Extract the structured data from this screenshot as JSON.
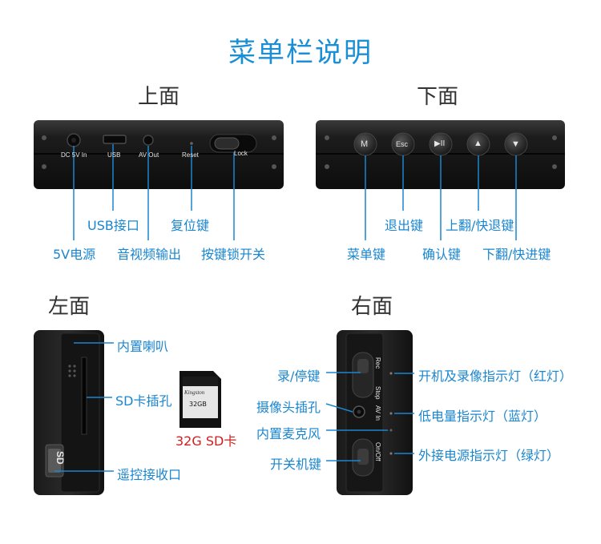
{
  "title": "菜单栏说明",
  "sections": {
    "top": "上面",
    "bottom": "下面",
    "left": "左面",
    "right": "右面"
  },
  "top_device": {
    "port_dc": "DC 5V In",
    "port_usb": "USB",
    "port_av": "AV Out",
    "reset": "Reset",
    "lock": "Lock"
  },
  "top_labels": {
    "usb": "USB接口",
    "reset": "复位键",
    "power": "5V电源",
    "av": "音视频输出",
    "lock_switch": "按键锁开关"
  },
  "bottom_device": {
    "btn_m": "M",
    "btn_esc": "Esc",
    "btn_play": "▶II",
    "btn_up": "▲",
    "btn_down": "▼"
  },
  "bottom_labels": {
    "exit": "退出键",
    "up": "上翻/快退键",
    "menu": "菜单键",
    "confirm": "确认键",
    "down": "下翻/快进键"
  },
  "left_device": {
    "sd": "SD"
  },
  "left_labels": {
    "speaker": "内置喇叭",
    "sd_slot": "SD卡插孔",
    "remote": "遥控接收口"
  },
  "sd_card": {
    "brand": "Kingston",
    "capacity": "32GB",
    "caption": "32G SD卡"
  },
  "right_device": {
    "rec": "Rec",
    "stop": "Stop",
    "av_in": "AV In",
    "onoff": "On/Off"
  },
  "right_labels": {
    "rec_stop": "录/停键",
    "camera": "摄像头插孔",
    "mic": "内置麦克风",
    "power_key": "开关机键",
    "led_red": "开机及录像指示灯（红灯）",
    "led_blue": "低电量指示灯（蓝灯）",
    "led_green": "外接电源指示灯（绿灯）"
  }
}
